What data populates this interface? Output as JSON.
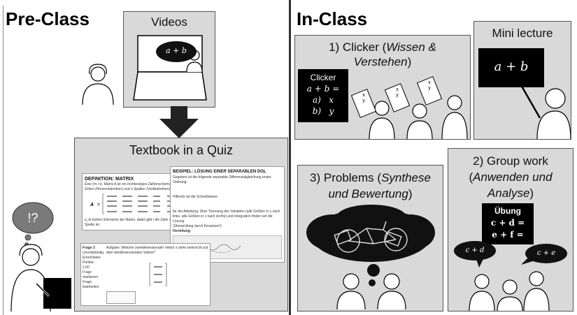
{
  "pre_class": {
    "heading": "Pre-Class",
    "videos": {
      "title": "Videos",
      "formula": "a + b"
    },
    "textbook": {
      "title": "Textbook in a Quiz",
      "doc1": {
        "heading": "DEFINITION: MATRIX",
        "text1": "Eine (m, n)- Matrix A ist ein rechteckiges Zahlenschema aus m Zeilen (Horizontalreihen) und n Spalten (Vertikalreihen)",
        "text2": "a_ik heißen Elemente der Matrix, dabei gibt i die Zeile und k die Spalte an."
      },
      "doc2": {
        "heading": "BEISPIEL: LÖSUNG EINER SEPARABLEN DGL",
        "text1": "Gegeben ist die folgende separable Differenzialgleichung erster Ordnung:",
        "text2": "Hilfreich ist die Schreibweise:",
        "text3": "für die Ableitung. Über Trennung der Variablen (alle Größen in y nach links, alle Größen in x nach rechts) und Integration finden wir die Lösung",
        "text4": "(Überprüfung durch Einsetzen!)",
        "text5": "Herleitung:"
      },
      "doc3": {
        "sidebar": [
          "Frage 2",
          "Unvollständig",
          "Erreichbare Punkte: 1,00",
          "Frage markieren",
          "Frage bearbeiten"
        ],
        "task": "Aufgabe: Welcher zweidimensionaler Vektor x steht senkrecht auf dem dreidimensionalen Vektor?"
      }
    },
    "thought": "!?"
  },
  "in_class": {
    "heading": "In-Class",
    "clicker": {
      "title_plain": "1) Clicker (",
      "title_italic": "Wissen & Verstehen",
      "title_close": ")",
      "board": [
        "Clicker",
        "a + b =",
        "a)   x",
        "b)   y"
      ],
      "cards": [
        [
          "x",
          "y"
        ],
        [
          "x",
          "y"
        ],
        [
          "x",
          "y"
        ]
      ]
    },
    "mini_lecture": {
      "title": "Mini lecture",
      "formula": "a + b"
    },
    "problems": {
      "title_plain": "3) Problems (",
      "title_italic": "Synthese und Bewertung",
      "title_close": ")"
    },
    "group_work": {
      "title_plain": "2) Group work (",
      "title_italic": "Anwenden und Analyse",
      "title_close": ")",
      "board": [
        "Übung",
        "c + d =",
        "e + f ="
      ],
      "bubbles": [
        "c + d",
        "c + e"
      ]
    }
  },
  "colors": {
    "panel": "#d9d9d9",
    "board": "#000000",
    "divider": "#333333"
  }
}
